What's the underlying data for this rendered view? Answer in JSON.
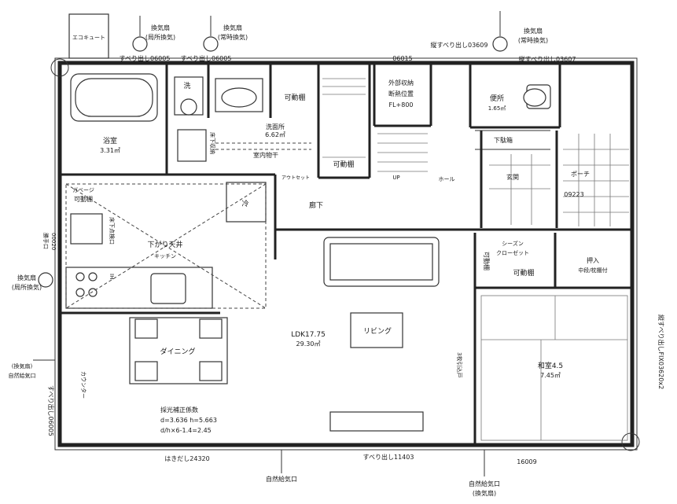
{
  "rooms": {
    "bath": {
      "name": "浴室",
      "area": "3.31㎡"
    },
    "wash": "洗",
    "vanity": {
      "name": "洗面所",
      "area": "6.62㎡"
    },
    "indoor_dry": "室内物干",
    "underfloor": "床下収納",
    "shelf_top": "可動棚",
    "shelf_bottom": "可動棚",
    "exterior_storage": {
      "line1": "外部収納",
      "line2": "断熱位置",
      "line3": "FL+800"
    },
    "toilet": {
      "name": "便所",
      "area": "1.65㎡"
    },
    "shoe_rack": "下駄箱",
    "entrance": "玄関",
    "porch": "ポーチ",
    "hall": "ホール",
    "corridor": "廊下",
    "garbage": "ガベージ",
    "garbage_shelf": "可動棚",
    "fridge": "冷",
    "ceiling": "下がり天井",
    "kitchen": "キッチン",
    "floor_storage": "床下点検口",
    "range": "IH",
    "counter": "カウンター",
    "dining": "ダイニング",
    "living": "リビング",
    "ldk": {
      "name": "LDK17.75",
      "area": "29.30㎡"
    },
    "seasonal": {
      "line1": "シーズン",
      "line2": "クローゼット"
    },
    "shelf_a": "可動棚",
    "shelf_b": "可動棚",
    "closet": {
      "line1": "押入",
      "line2": "中段/枕棚付"
    },
    "japanese": {
      "name": "和室4.5",
      "area": "7.45㎡"
    },
    "sliding_door": "3枚引込戸",
    "outlet": "アウトセット",
    "up": "UP",
    "light": {
      "line1": "採光補正係数",
      "line2": "d=3.636 h=5.663",
      "line3": "d/h×6-1.4=2.45"
    }
  },
  "labels": {
    "ecocute": "エコキュート",
    "fan1": {
      "line1": "換気扇",
      "line2": "(局所換気)"
    },
    "fan2": {
      "line1": "換気扇",
      "line2": "(常時換気)"
    },
    "fan3": {
      "line1": "換気扇",
      "line2": "(常時換気)"
    },
    "fan4": {
      "line1": "換気扇",
      "line2": "(局所換気)"
    },
    "win_top1": "すべり出し06005",
    "win_top2": "すべり出し06005",
    "win_top3": "06015",
    "win_top4": "縦すべり出し03609",
    "win_top5": "縦すべり出し03607",
    "porch_code": "09223",
    "win_left_code": "00020",
    "win_left_label": "勝手口",
    "natural_left": {
      "line1": "(換気扇)",
      "line2": "自然給気口"
    },
    "win_left2": "すべり出し06005",
    "win_bottom1": "はきだし24320",
    "win_bottom2": "すべり出し11403",
    "win_bottom3": "16009",
    "natural_bottom1": "自然給気口",
    "natural_bottom2": {
      "line1": "自然給気口",
      "line2": "(換気扇)"
    },
    "win_right": "縦すべり出しFIX03620x2"
  }
}
